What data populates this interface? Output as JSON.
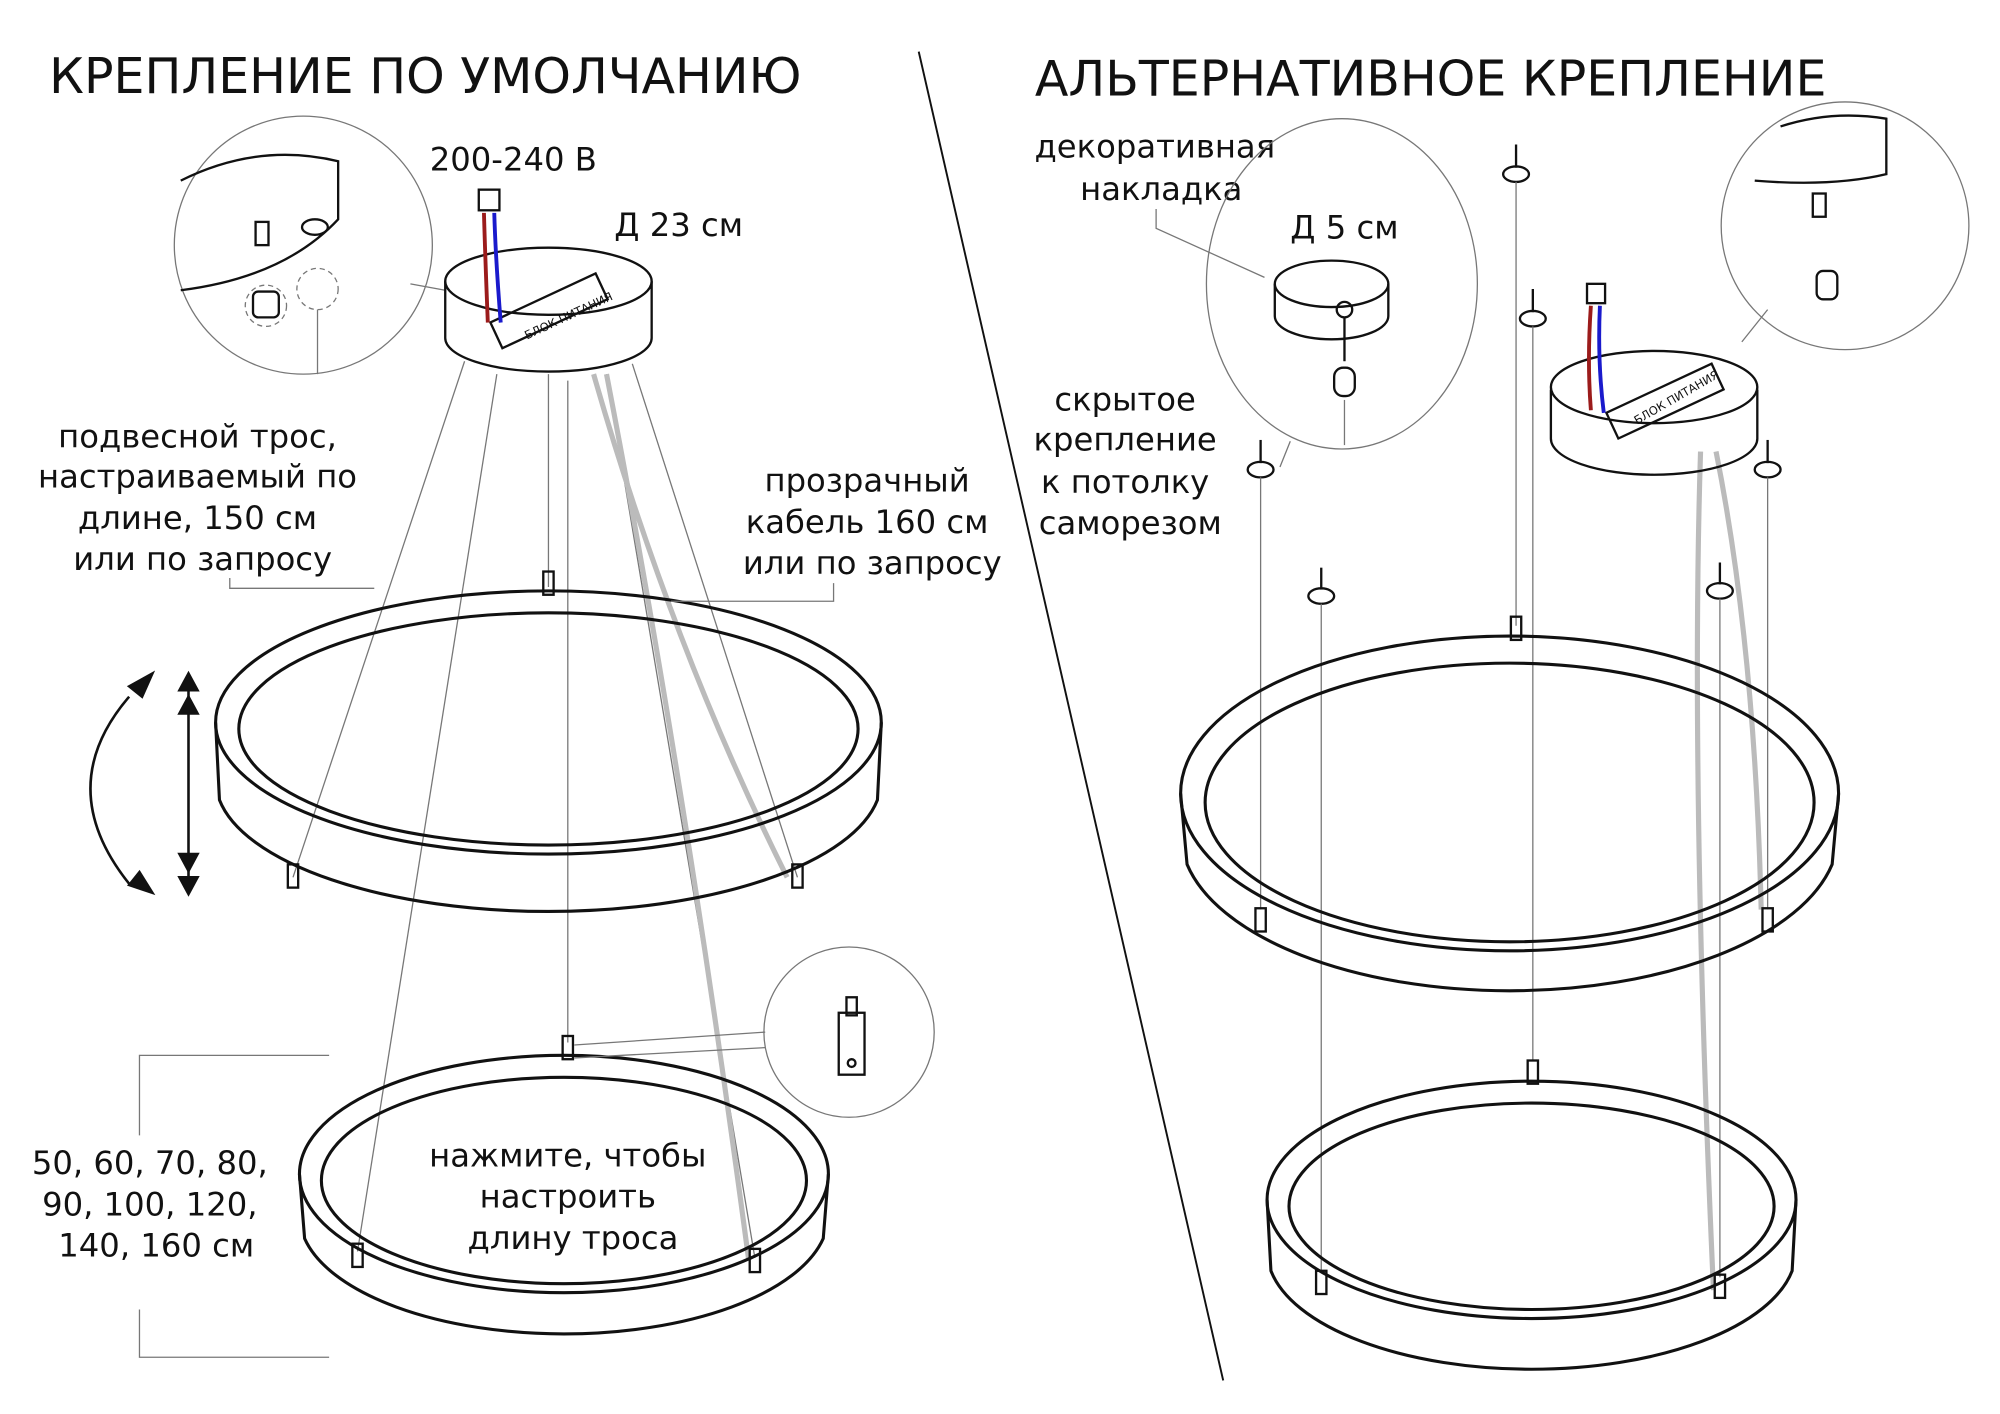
{
  "left": {
    "title": "КРЕПЛЕНИЕ ПО УМОЛЧАНИЮ",
    "voltage": "200-240 В",
    "canopy_diameter": "Д 23 см",
    "psu_label": "БЛОК ПИТАНИЯ",
    "suspension_cable": [
      "подвесной трос,",
      "настраиваемый по",
      "длине, 150 см",
      "или по запросу"
    ],
    "transparent_cable": [
      "прозрачный",
      "кабель 160 см",
      "или по запросу"
    ],
    "ring_sizes": [
      "50, 60, 70, 80,",
      "90, 100, 120,",
      "140, 160 см"
    ],
    "press_note": [
      "нажмите, чтобы",
      "настроить",
      "длину троса"
    ]
  },
  "right": {
    "title": "АЛЬТЕРНАТИВНОЕ КРЕПЛЕНИЕ",
    "decor_cover": [
      "декоративная",
      "накладка"
    ],
    "cover_diameter": "Д 5 см",
    "hidden_mount": [
      "скрытое",
      "крепление",
      "к потолку",
      "саморезом"
    ],
    "psu_label": "БЛОК ПИТАНИЯ"
  },
  "colors": {
    "live_wire": "#9b1b1b",
    "neutral_wire": "#1a1acc",
    "cable": "#bbbbbb"
  }
}
